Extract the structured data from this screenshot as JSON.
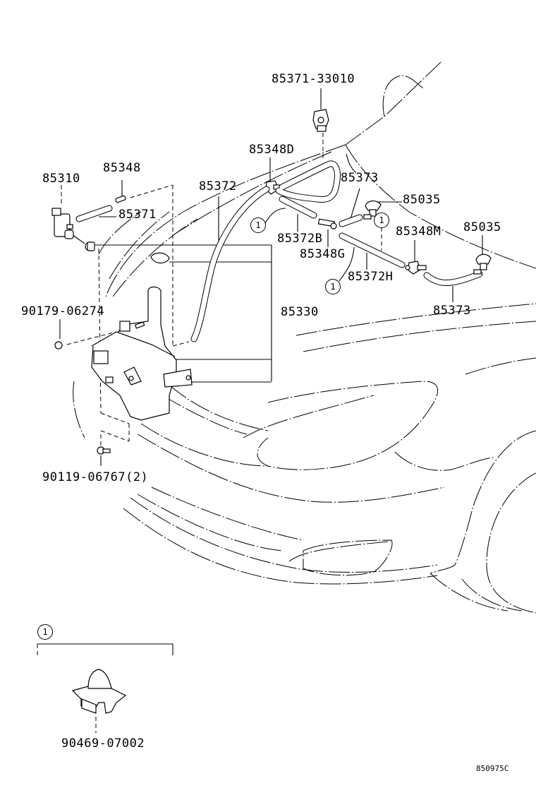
{
  "diagram": {
    "type": "parts-exploded-view",
    "subject": "Windshield washer system",
    "reference_code": "850975C",
    "parts": [
      {
        "id": "p1",
        "label": "85371-33010"
      },
      {
        "id": "p2",
        "label": "85348D"
      },
      {
        "id": "p3",
        "label": "85310"
      },
      {
        "id": "p4",
        "label": "85348"
      },
      {
        "id": "p5",
        "label": "85372"
      },
      {
        "id": "p6",
        "label": "85373"
      },
      {
        "id": "p7",
        "label": "85035"
      },
      {
        "id": "p8",
        "label": "85371"
      },
      {
        "id": "p9",
        "label": "85372B"
      },
      {
        "id": "p10",
        "label": "85348M"
      },
      {
        "id": "p11",
        "label": "85035"
      },
      {
        "id": "p12",
        "label": "85348G"
      },
      {
        "id": "p13",
        "label": "85372H"
      },
      {
        "id": "p14",
        "label": "90179-06274"
      },
      {
        "id": "p15",
        "label": "85330"
      },
      {
        "id": "p16",
        "label": "85373"
      },
      {
        "id": "p17",
        "label": "90119-06767(2)"
      },
      {
        "id": "p18",
        "label": "90469-07002"
      }
    ],
    "callouts": [
      {
        "id": "c1",
        "label": "1"
      },
      {
        "id": "c2",
        "label": "1"
      },
      {
        "id": "c3",
        "label": "1"
      },
      {
        "id": "c4",
        "label": "1"
      }
    ],
    "inset": {
      "callout": "1",
      "part": "90469-07002"
    }
  }
}
